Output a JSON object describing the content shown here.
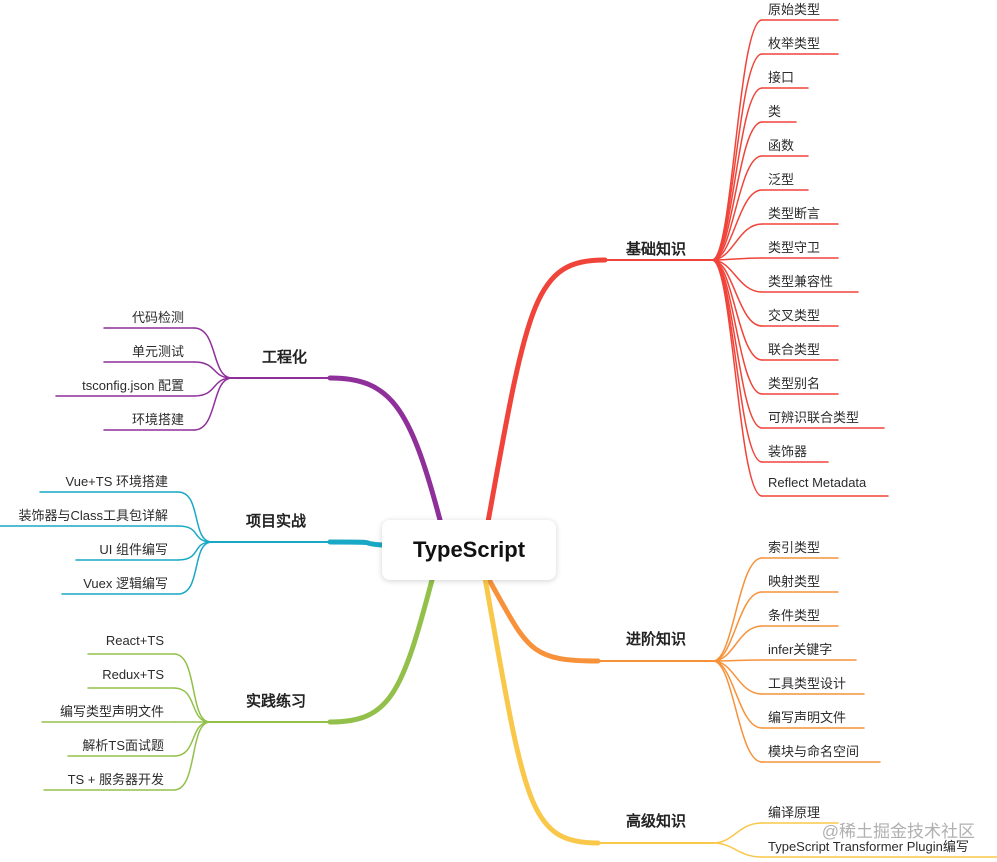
{
  "root": {
    "label": "TypeScript"
  },
  "branches": {
    "basics": {
      "label": "基础知识",
      "color": "#f0443a",
      "items": [
        "原始类型",
        "枚举类型",
        "接口",
        "类",
        "函数",
        "泛型",
        "类型断言",
        "类型守卫",
        "类型兼容性",
        "交叉类型",
        "联合类型",
        "类型别名",
        "可辨识联合类型",
        "装饰器",
        "Reflect Metadata"
      ]
    },
    "advanced": {
      "label": "进阶知识",
      "color": "#f7923a",
      "items": [
        "索引类型",
        "映射类型",
        "条件类型",
        "infer关键字",
        "工具类型设计",
        "编写声明文件",
        "模块与命名空间"
      ]
    },
    "expert": {
      "label": "高级知识",
      "color": "#f9c84a",
      "items": [
        "编译原理",
        "TypeScript Transformer Plugin编写"
      ]
    },
    "engineering": {
      "label": "工程化",
      "color": "#8e2f9a",
      "items": [
        "代码检测",
        "单元测试",
        "tsconfig.json 配置",
        "环境搭建"
      ]
    },
    "projects": {
      "label": "项目实战",
      "color": "#19a9c6",
      "items": [
        "Vue+TS 环境搭建",
        "装饰器与Class工具包详解",
        "UI 组件编写",
        "Vuex 逻辑编写"
      ]
    },
    "practice": {
      "label": "实践练习",
      "color": "#92c04b",
      "items": [
        "React+TS",
        "Redux+TS",
        "编写类型声明文件",
        "解析TS面试题",
        "TS + 服务器开发"
      ]
    }
  },
  "watermark": "@稀土掘金技术社区"
}
